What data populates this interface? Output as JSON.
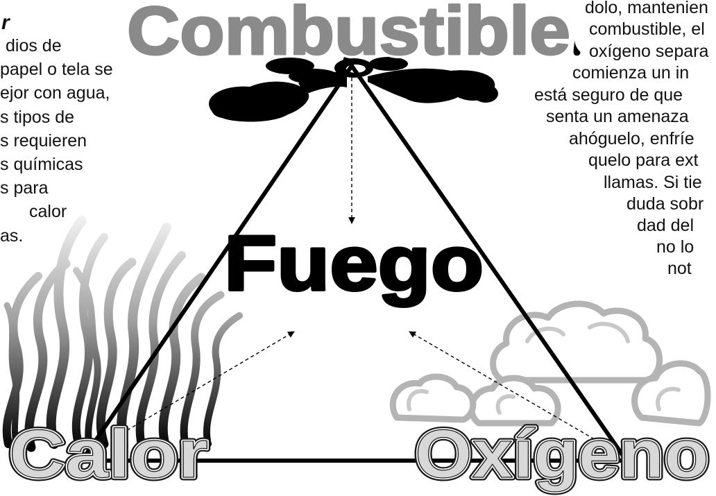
{
  "diagram": {
    "fuel_label": "Combustible",
    "fire_label": "Fuego",
    "heat_label": "Calor",
    "oxygen_label": "Oxígeno"
  },
  "left_column": {
    "heading_fragment": "r",
    "lines": [
      "dios de",
      "papel o tela se",
      "ejor con agua,",
      "s tipos de",
      "s requieren",
      "s químicas",
      "s para",
      "calor",
      "as."
    ]
  },
  "right_column": {
    "lines": [
      "dolo, mantenien",
      "combustible, el",
      "oxígeno separa",
      "comienza un in",
      "está seguro de que",
      "senta un amenaza",
      "ahóguelo, enfríe",
      "quelo para ext",
      "llamas. Si tie",
      "duda sobr",
      "dad del",
      "no lo",
      "not"
    ]
  },
  "colors": {
    "fuel_label": "#8a8a8a",
    "fire_label": "#000000",
    "outlined_label_fill": "#d8d8d8",
    "smoke": "#b4b4b4",
    "spill": "#000000",
    "triangle": "#000000"
  }
}
